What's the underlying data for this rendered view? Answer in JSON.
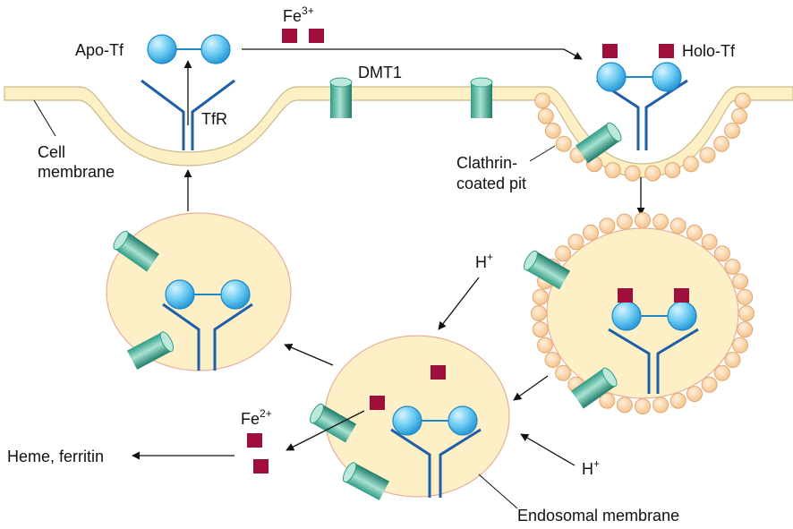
{
  "labels": {
    "fe3_base": "Fe",
    "fe3_sup": "3+",
    "apo_tf": "Apo-Tf",
    "holo_tf": "Holo-Tf",
    "dmt1": "DMT1",
    "tfr": "TfR",
    "cell_membrane_line1": "Cell",
    "cell_membrane_line2": "membrane",
    "clathrin_line1": "Clathrin-",
    "clathrin_line2": "coated pit",
    "h_plus_top_base": "H",
    "h_plus_top_sup": "+",
    "h_plus_bottom_base": "H",
    "h_plus_bottom_sup": "+",
    "fe2_base": "Fe",
    "fe2_sup": "2+",
    "heme_ferritin": "Heme, ferritin",
    "endosomal_membrane": "Endosomal membrane"
  },
  "colors": {
    "membrane_fill": "#fdf0c4",
    "membrane_stroke": "#c9b98a",
    "vesicle_fill": "#fdf0c6",
    "vesicle_stroke": "#e8b09a",
    "receptor": "#1f5ea8",
    "transferrin": "#5cc2ee",
    "transferrin_edge": "#1e88c7",
    "iron": "#9e0f3c",
    "clathrin": "#fbd2a2",
    "clathrin_edge": "#e0a872",
    "channel": "#34a58f"
  }
}
